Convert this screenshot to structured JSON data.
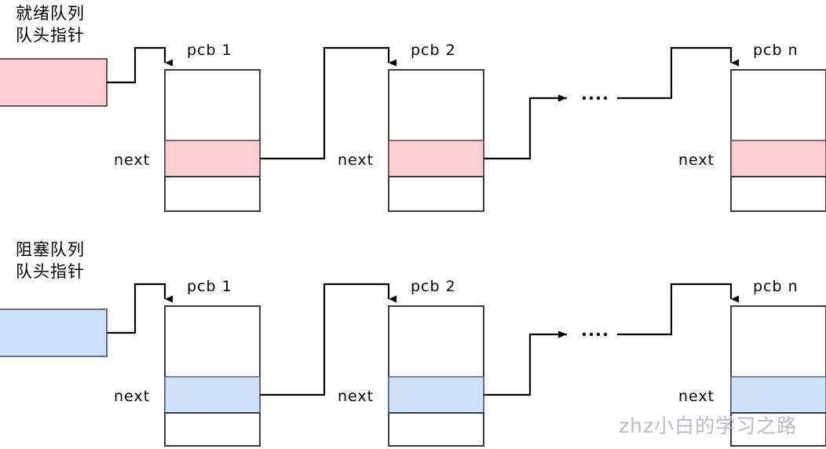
{
  "diagram": {
    "title": "PCB queue linked-list diagram",
    "colors": {
      "ready_fill": "#fccdd1",
      "ready_stroke": "#6b5357",
      "blocked_fill": "#cee1f9",
      "blocked_stroke": "#5c6f8c",
      "box_stroke": "#3b3b3b",
      "link_stroke": "#000000",
      "watermark": "#b9bcc2",
      "background": "#ffffff"
    },
    "queues": [
      {
        "id": "ready-queue",
        "head_label_line1": "就绪队列",
        "head_label_line2": "队头指针",
        "accent": "#fccdd1",
        "ellipsis": "....",
        "nodes": [
          {
            "title": "pcb 1",
            "next_label": "next"
          },
          {
            "title": "pcb 2",
            "next_label": "next"
          },
          {
            "title": "pcb n",
            "next_label": "next"
          }
        ]
      },
      {
        "id": "blocked-queue",
        "head_label_line1": "阻塞队列",
        "head_label_line2": "队头指针",
        "accent": "#cee1f9",
        "ellipsis": "....",
        "nodes": [
          {
            "title": "pcb 1",
            "next_label": "next"
          },
          {
            "title": "pcb 2",
            "next_label": "next"
          },
          {
            "title": "pcb n",
            "next_label": "next"
          }
        ]
      }
    ],
    "watermark": "zhz小白的学习之路"
  }
}
